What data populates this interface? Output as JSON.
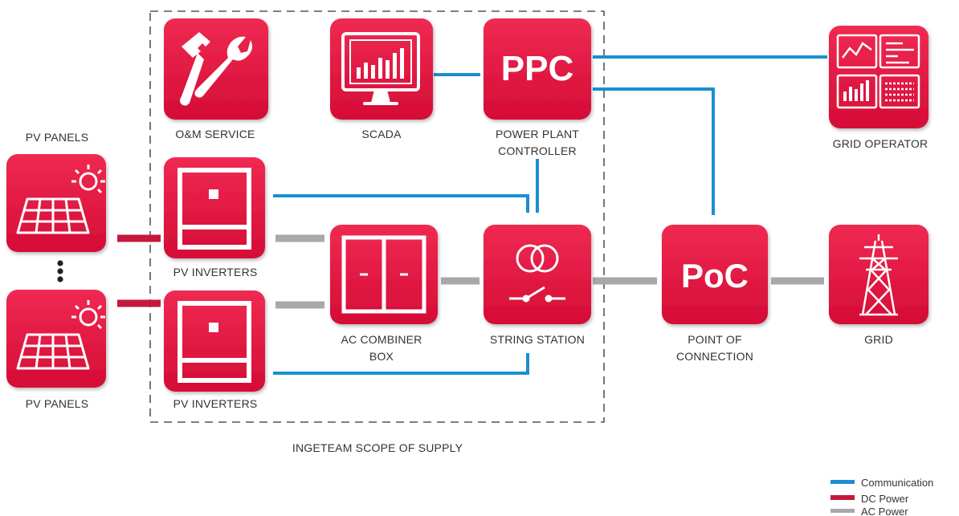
{
  "colors": {
    "node_fill": "#e0103c",
    "communication": "#1a8fd1",
    "dc_power": "#c4183f",
    "ac_power": "#a8a8a8"
  },
  "scope": {
    "label": "INGETEAM SCOPE OF SUPPLY"
  },
  "nodes": {
    "pv_panels_top": {
      "label": "PV PANELS",
      "icon": "solar-panel-icon"
    },
    "pv_panels_bottom": {
      "label": "PV PANELS",
      "icon": "solar-panel-icon"
    },
    "om_service": {
      "label": "O&M SERVICE",
      "icon": "tools-icon"
    },
    "scada": {
      "label": "SCADA",
      "icon": "monitor-chart-icon"
    },
    "ppc": {
      "label_line1": "POWER PLANT",
      "label_line2": "CONTROLLER",
      "icon_text": "PPC"
    },
    "pv_inverters_top": {
      "label": "PV INVERTERS",
      "icon": "inverter-icon"
    },
    "pv_inverters_bottom": {
      "label": "PV INVERTERS",
      "icon": "inverter-icon"
    },
    "ac_combiner": {
      "label_line1": "AC COMBINER",
      "label_line2": "BOX",
      "icon": "combiner-box-icon"
    },
    "string_station": {
      "label": "STRING STATION",
      "icon": "transformer-switch-icon"
    },
    "poc": {
      "label_line1": "POINT OF",
      "label_line2": "CONNECTION",
      "icon_text": "PoC"
    },
    "grid_operator": {
      "label": "GRID OPERATOR",
      "icon": "dashboard-screens-icon"
    },
    "grid": {
      "label": "GRID",
      "icon": "transmission-tower-icon"
    }
  },
  "legend": [
    {
      "label": "Communication",
      "color": "#1a8fd1"
    },
    {
      "label": "DC Power",
      "color": "#c4183f"
    },
    {
      "label": "AC Power",
      "color": "#a8a8a8"
    }
  ]
}
